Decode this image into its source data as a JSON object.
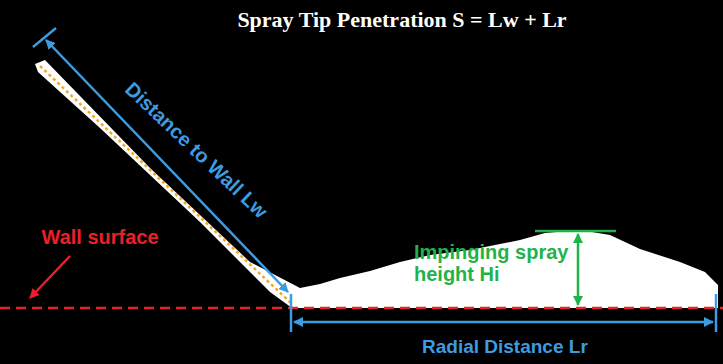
{
  "diagram": {
    "title": "Spray Tip Penetration S = Lw + Lr",
    "labels": [
      "Distance to Wall Lw",
      "Wall surface",
      "Impinging spray height Hi",
      "Radial Distance Lr"
    ]
  }
}
